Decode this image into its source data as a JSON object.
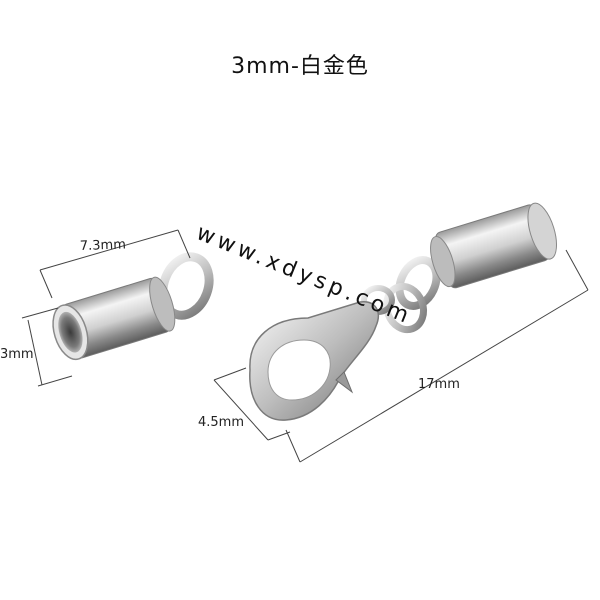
{
  "title": "3mm-白金色",
  "dimensions": {
    "length_cap": "7.3mm",
    "inner_diameter": "3mm",
    "clasp_width": "4.5mm",
    "total_length": "17mm"
  },
  "watermark": "www.xdysp.com",
  "colors": {
    "metal_light": "#f2f2f2",
    "metal_mid": "#c8c8c8",
    "metal_dark": "#6e6e6e",
    "line": "#333333"
  }
}
